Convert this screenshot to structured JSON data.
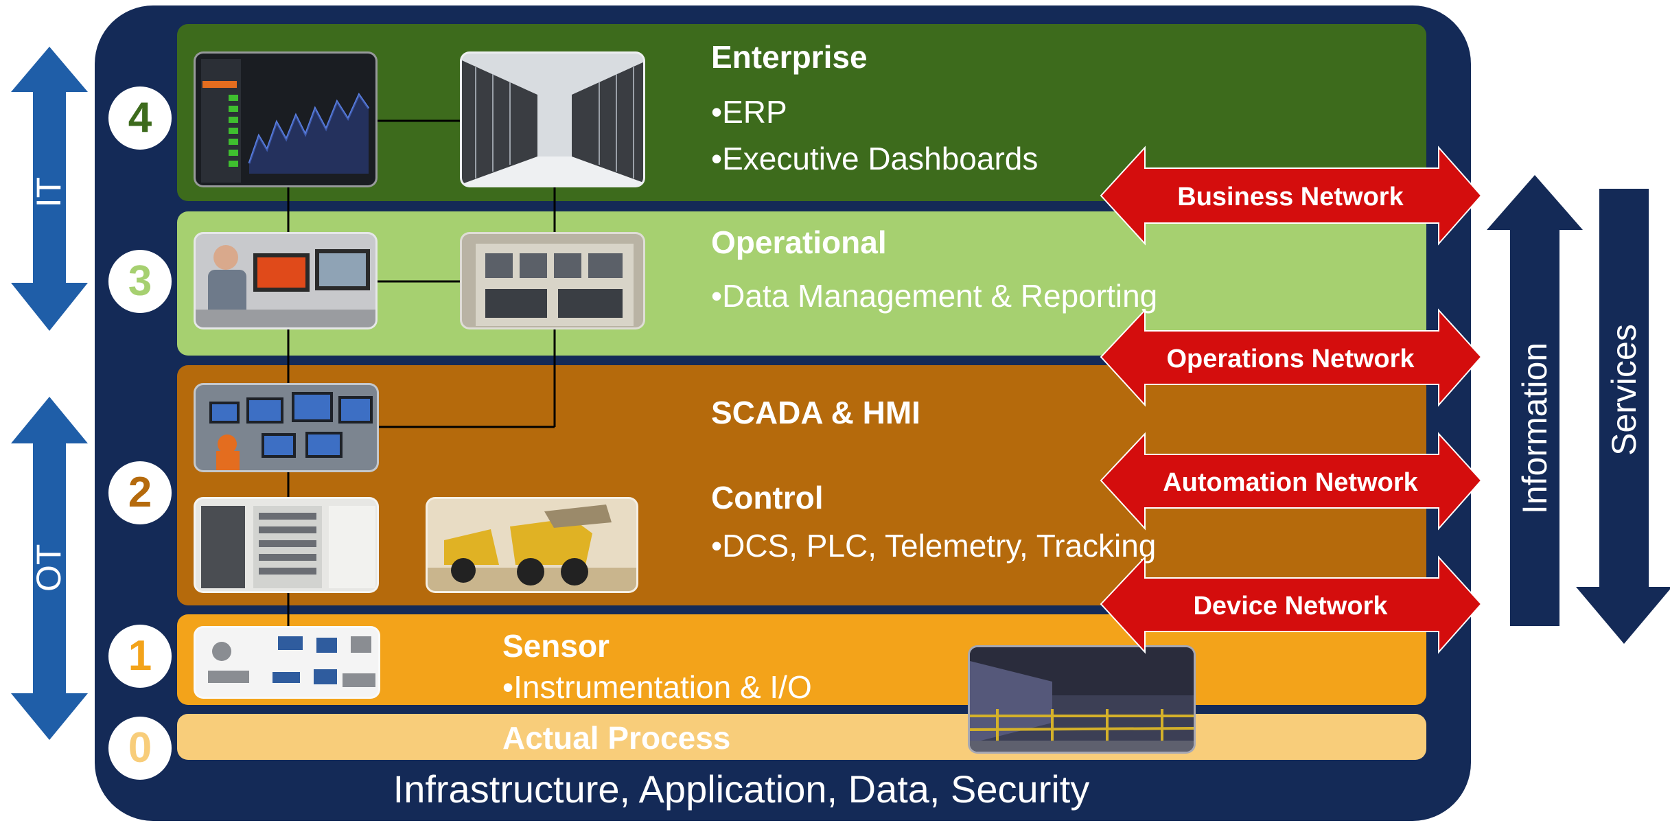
{
  "layers": [
    {
      "number": "4",
      "title": "Enterprise",
      "items": [
        "•ERP",
        "•Executive Dashboards"
      ]
    },
    {
      "number": "3",
      "title": "Operational",
      "items": [
        "•Data Management & Reporting"
      ]
    },
    {
      "number": "2",
      "title": "SCADA & HMI",
      "subtitle": "Control",
      "items": [
        "•DCS, PLC, Telemetry, Tracking"
      ]
    },
    {
      "number": "1",
      "title": "Sensor",
      "items": [
        "•Instrumentation & I/O"
      ]
    },
    {
      "number": "0",
      "title": "Actual Process"
    }
  ],
  "footer": "Infrastructure, Application, Data, Security",
  "side_labels": {
    "it": "IT",
    "ot": "OT"
  },
  "networks": [
    "Business Network",
    "Operations Network",
    "Automation Network",
    "Device Network"
  ],
  "flows": {
    "up": "Information",
    "down": "Services"
  },
  "colors": {
    "frame": "#142a57",
    "enterprise": "#3d6b1c",
    "operational": "#a6d070",
    "control": "#b56a0c",
    "sensor": "#f3a31a",
    "process": "#f8cd7a",
    "network_arrow": "#d40d0d",
    "side_arrow": "#1f5ea8"
  }
}
